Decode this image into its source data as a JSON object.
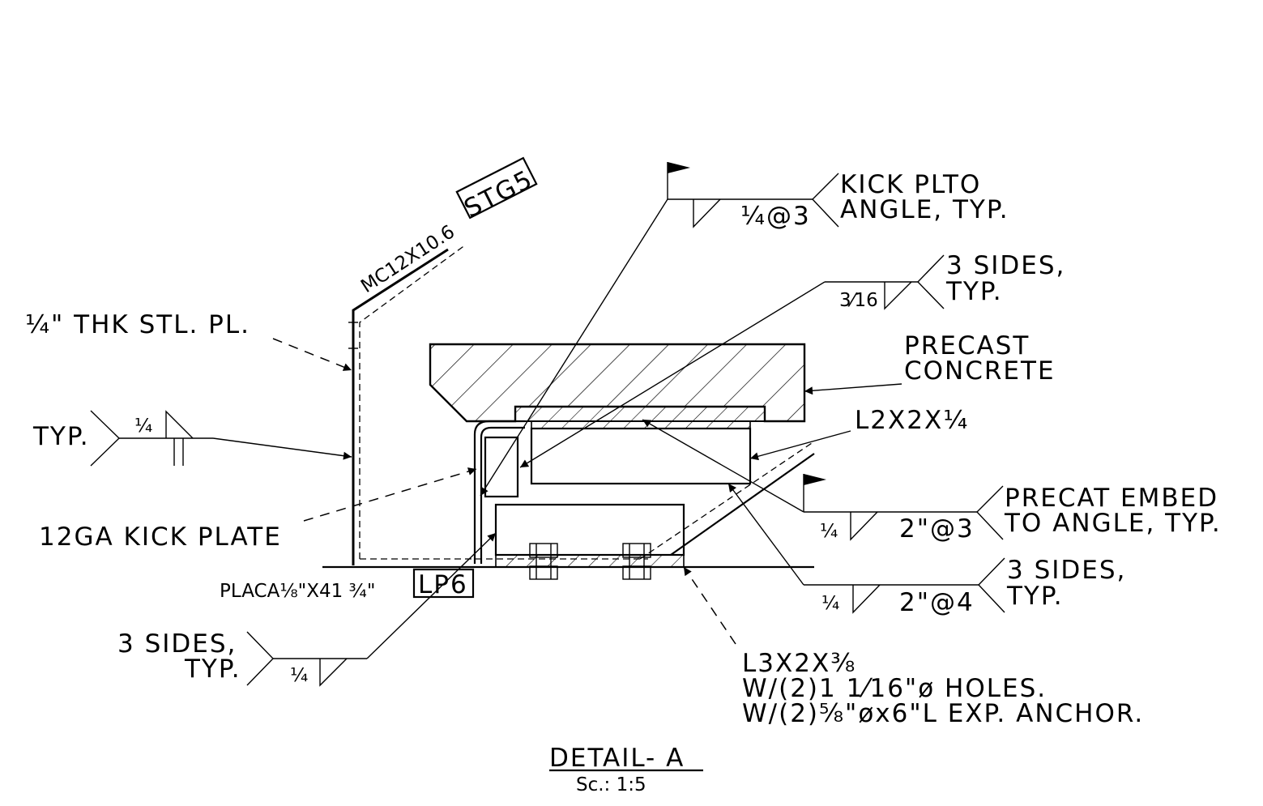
{
  "drawing": {
    "title": "DETAIL- A",
    "scale": "Sc.: 1:5"
  },
  "labels": {
    "channel": "MC12X10.6",
    "channel_tag": "STG5",
    "plate": "¼\" THK STL. PL.",
    "weld_typ_left": "TYP.",
    "weld_typ_left_size": "¼",
    "kick_plate": "12GA KICK PLATE",
    "base_plate": "PLACA⅛\"X41 ¾\"",
    "base_plate_tag": "LP6",
    "weld_bottom_line1": "3 SIDES,",
    "weld_bottom_line2": "TYP.",
    "weld_bottom_size": "¼",
    "kick_weld_line1": "KICK PLTO",
    "kick_weld_line2": "ANGLE, TYP.",
    "kick_weld_size": "¼@3",
    "sides_top_line1": "3 SIDES,",
    "sides_top_line2": "TYP.",
    "sides_top_size": "3⁄16",
    "precast_line1": "PRECAST",
    "precast_line2": "CONCRETE",
    "angle_small": "L2X2X¼",
    "embed_line1": "PRECAT EMBED",
    "embed_line2": "TO ANGLE, TYP.",
    "embed_size": "¼",
    "embed_pitch": "2\"@3",
    "sides_mid_line1": "3 SIDES,",
    "sides_mid_line2": "TYP.",
    "sides_mid_size": "¼",
    "sides_mid_pitch": "2\"@4",
    "angle_large_line1": "L3X2X⅜",
    "angle_large_line2": "W/(2)1 1⁄16\"ø HOLES.",
    "angle_large_line3": "W/(2)⅝\"øx6\"L EXP. ANCHOR."
  },
  "colors": {
    "ink": "#000000",
    "paper": "#ffffff"
  }
}
